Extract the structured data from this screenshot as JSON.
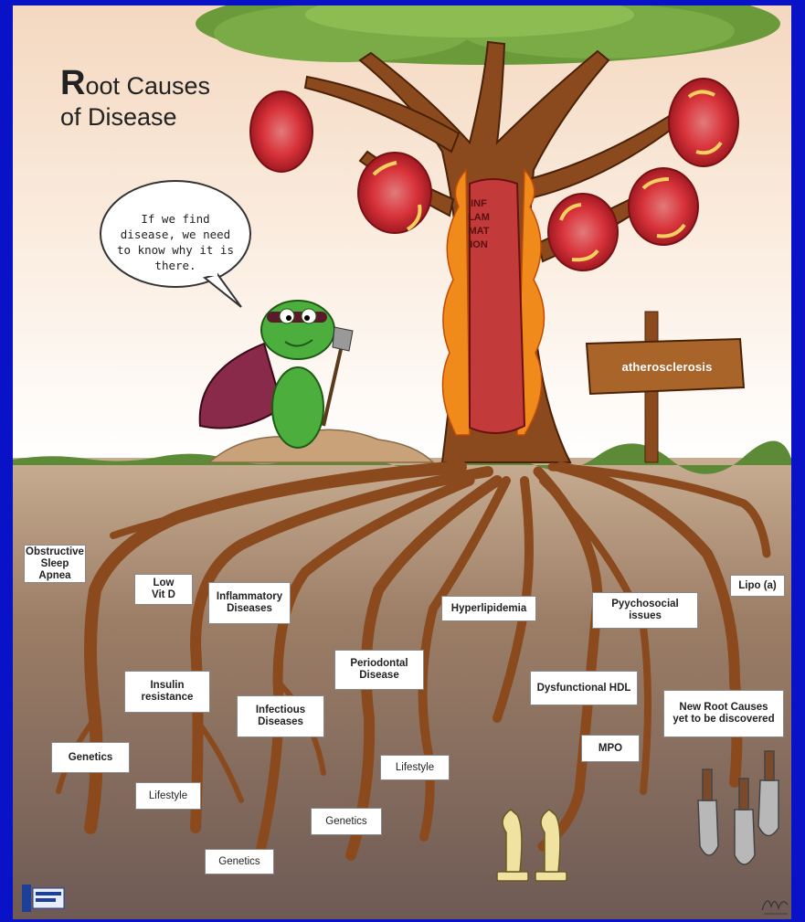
{
  "title": {
    "initial": "R",
    "line1_rest": "oot Causes",
    "line2": "of Disease"
  },
  "speech_bubble": {
    "text": "If we find disease, we need to know why it is there."
  },
  "trunk_label": "INFLAMMATION",
  "sign": {
    "text": "atherosclerosis"
  },
  "root_labels": [
    {
      "name": "obstructive-sleep-apnea",
      "text": "Obstructive\nSleep\nApnea"
    },
    {
      "name": "low-vit-d",
      "text": "Low\nVit D"
    },
    {
      "name": "inflammatory-diseases",
      "text": "Inflammatory\nDiseases"
    },
    {
      "name": "hyperlipidemia",
      "text": "Hyperlipidemia"
    },
    {
      "name": "psychosocial-issues",
      "text": "Pyychosocial\nissues"
    },
    {
      "name": "lipo-a",
      "text": "Lipo (a)"
    },
    {
      "name": "periodontal-disease",
      "text": "Periodontal\nDisease"
    },
    {
      "name": "insulin-resistance",
      "text": "Insulin\nresistance"
    },
    {
      "name": "infectious-diseases",
      "text": "Infectious\nDiseases"
    },
    {
      "name": "dysfunctional-hdl",
      "text": "Dysfunctional HDL"
    },
    {
      "name": "new-root-causes",
      "text": "New Root Causes\nyet to be discovered"
    },
    {
      "name": "genetics-left",
      "text": "Genetics"
    },
    {
      "name": "mpo",
      "text": "MPO"
    },
    {
      "name": "lifestyle-middle",
      "text": "Lifestyle"
    },
    {
      "name": "lifestyle-left",
      "text": "Lifestyle"
    },
    {
      "name": "genetics-middle",
      "text": "Genetics"
    },
    {
      "name": "genetics-bottom",
      "text": "Genetics"
    }
  ],
  "colors": {
    "border": "#0a12c8",
    "sky_top": "#f6dcc4",
    "soil": "#8a6e5a",
    "root": "#8b4a1e",
    "canopy": "#6a9a3a",
    "cell": "#d8323a",
    "flame": "#f08a1a",
    "frog": "#4cae3c"
  }
}
